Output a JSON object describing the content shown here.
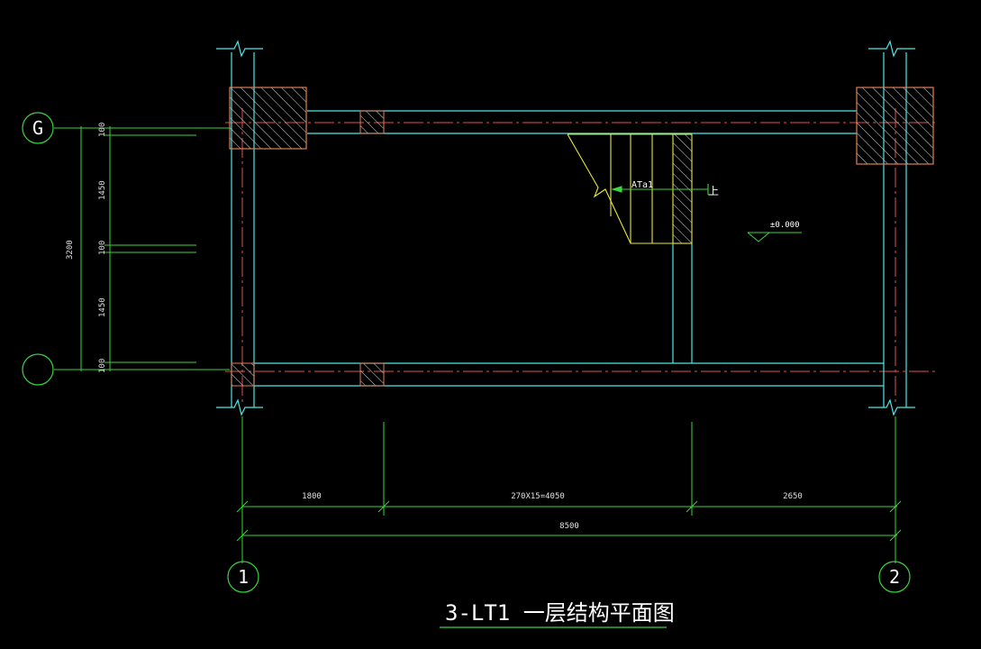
{
  "colors": {
    "background": "#000000",
    "cyan": "#4FE6E6",
    "green": "#3ED43E",
    "yellow": "#E8E83C",
    "red": "#E05050",
    "orange": "#E0805A",
    "white": "#FFFFFF",
    "dim": "#E0E0E0"
  },
  "axes": {
    "left_top_label": "G",
    "left_bottom_label": "",
    "bottom_left_label": "1",
    "bottom_right_label": "2"
  },
  "dimensions": {
    "left_total": "3200",
    "left_segments": [
      "100",
      "1450",
      "100",
      "1450",
      "100"
    ],
    "bottom_segments": [
      "1800",
      "270X15=4050",
      "2650"
    ],
    "bottom_total": "8500"
  },
  "annotations": {
    "stair_label": "ATa1",
    "stair_direction": "上",
    "elevation": "±0.000"
  },
  "title": {
    "text": "3-LT1 一层结构平面图"
  }
}
